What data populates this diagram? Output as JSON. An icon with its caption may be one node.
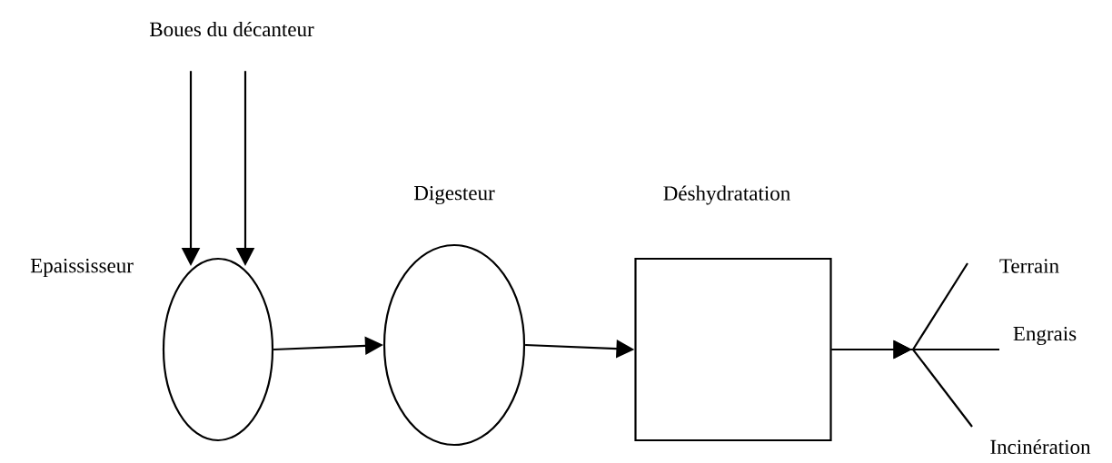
{
  "diagram": {
    "nodes": [
      {
        "text": [
          "Boues du décanteur"
        ]
      },
      {
        "text": [
          "Epaississeur"
        ]
      },
      {
        "text": [
          "Digesteur"
        ]
      },
      {
        "text": [
          "Déshydratation"
        ]
      },
      {
        "text": [
          "Terrain"
        ]
      },
      {
        "text": [
          "Engrais"
        ]
      },
      {
        "text": [
          "Incinération"
        ]
      }
    ],
    "edges": [
      {
        "from": 0,
        "to": 1,
        "arrow": "to"
      },
      {
        "from": 0,
        "to": 1,
        "arrow": "to"
      },
      {
        "from": 1,
        "to": 2,
        "arrow": "to"
      },
      {
        "from": 2,
        "to": 3,
        "arrow": "to"
      },
      {
        "from": 3,
        "to": 4,
        "arrow": "to"
      },
      {
        "from": 3,
        "to": 5,
        "arrow": "to"
      },
      {
        "from": 3,
        "to": 6,
        "arrow": "to"
      }
    ]
  }
}
